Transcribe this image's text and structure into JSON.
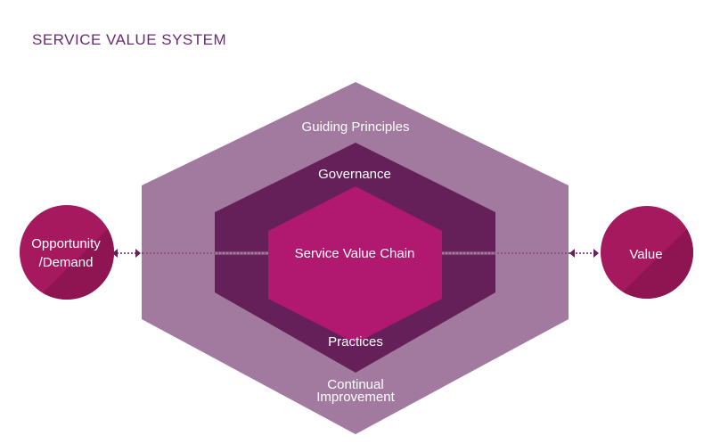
{
  "title": "SERVICE VALUE SYSTEM",
  "labels": {
    "guiding_principles": "Guiding Principles",
    "governance": "Governance",
    "service_value_chain": "Service Value Chain",
    "practices": "Practices",
    "continual_improvement_line1": "Continual",
    "continual_improvement_line2": "Improvement",
    "opportunity_line1": "Opportunity",
    "opportunity_line2": "/Demand",
    "value": "Value"
  },
  "colors": {
    "title": "#6a2a73",
    "outer_hexagon": "#a27a9f",
    "middle_octagon": "#651f59",
    "inner_hexagon": "#b0196f",
    "circle": "#a6195f",
    "circle_shade": "#8f1552",
    "connector": "#651f59"
  }
}
